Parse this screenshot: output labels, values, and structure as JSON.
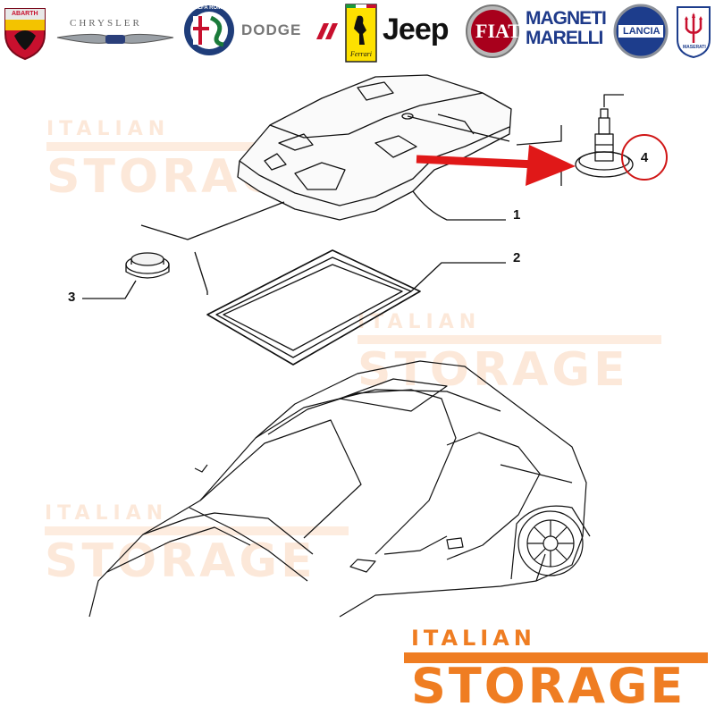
{
  "brands": {
    "abarth": "ABARTH",
    "chrysler": "CHRYSLER",
    "alfa_romeo": "ALFA ROMEO",
    "dodge": "DODGE",
    "ferrari": "Ferrari",
    "jeep": "Jeep",
    "fiat": "FIAT",
    "magneti_marelli_line1": "MAGNETI",
    "magneti_marelli_line2": "MARELLI",
    "lancia": "LANCIA",
    "maserati": "MASERATI"
  },
  "watermark": {
    "top": "ITALIAN",
    "bottom": "STORAGE"
  },
  "callouts": {
    "c1": "1",
    "c2": "2",
    "c3": "3",
    "c4": "4"
  },
  "footer_logo": {
    "top": "ITALIAN",
    "bottom": "STORAGE"
  },
  "colors": {
    "accent_orange": "#ef7d22",
    "arrow_red": "#e01818",
    "line": "#111111"
  }
}
